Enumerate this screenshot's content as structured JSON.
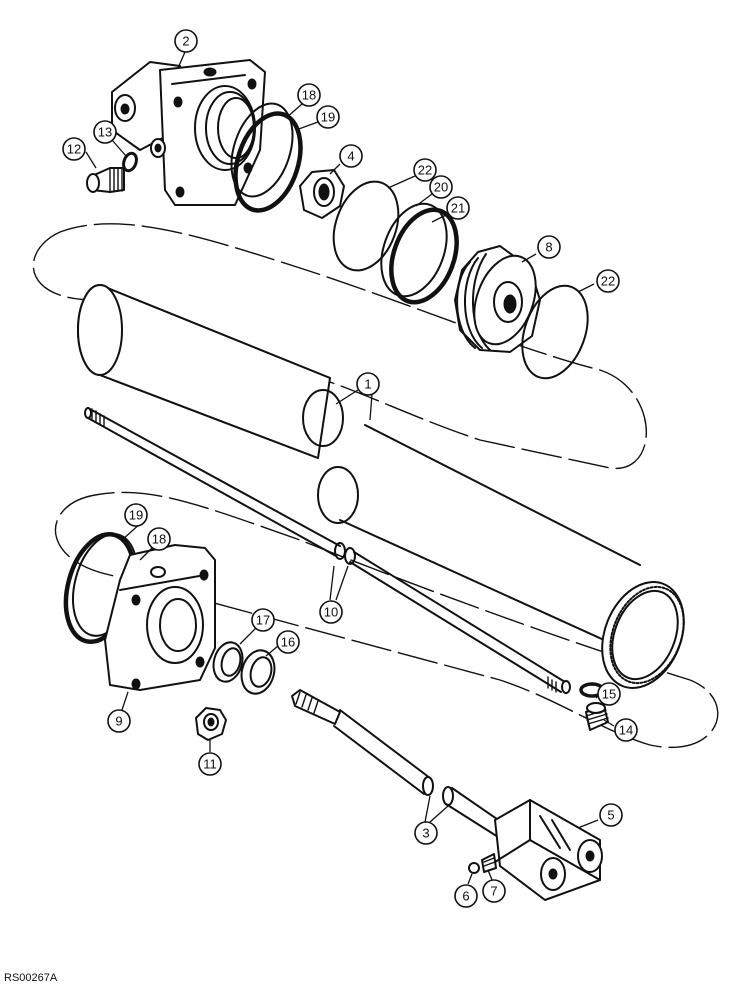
{
  "figure_code": "RS00267A",
  "callouts": [
    {
      "id": "c2",
      "label": "2"
    },
    {
      "id": "c18a",
      "label": "18"
    },
    {
      "id": "c19a",
      "label": "19"
    },
    {
      "id": "c4",
      "label": "4"
    },
    {
      "id": "c22a",
      "label": "22"
    },
    {
      "id": "c20",
      "label": "20"
    },
    {
      "id": "c21",
      "label": "21"
    },
    {
      "id": "c8",
      "label": "8"
    },
    {
      "id": "c22b",
      "label": "22"
    },
    {
      "id": "c12",
      "label": "12"
    },
    {
      "id": "c13",
      "label": "13"
    },
    {
      "id": "c1",
      "label": "1"
    },
    {
      "id": "c19b",
      "label": "19"
    },
    {
      "id": "c18b",
      "label": "18"
    },
    {
      "id": "c10",
      "label": "10"
    },
    {
      "id": "c17",
      "label": "17"
    },
    {
      "id": "c16",
      "label": "16"
    },
    {
      "id": "c15",
      "label": "15"
    },
    {
      "id": "c14",
      "label": "14"
    },
    {
      "id": "c9",
      "label": "9"
    },
    {
      "id": "c11",
      "label": "11"
    },
    {
      "id": "c5",
      "label": "5"
    },
    {
      "id": "c3",
      "label": "3"
    },
    {
      "id": "c6",
      "label": "6"
    },
    {
      "id": "c7",
      "label": "7"
    }
  ]
}
